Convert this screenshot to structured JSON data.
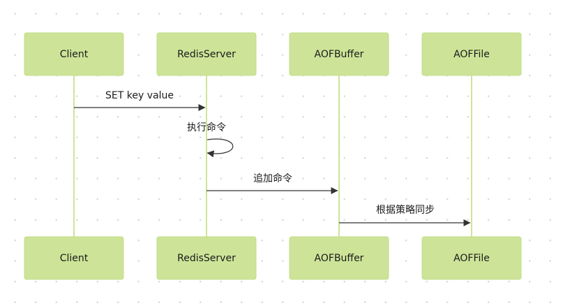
{
  "participants": [
    {
      "id": "client",
      "label": "Client"
    },
    {
      "id": "redis",
      "label": "RedisServer"
    },
    {
      "id": "aofbuffer",
      "label": "AOFBuffer"
    },
    {
      "id": "aoffile",
      "label": "AOFFile"
    }
  ],
  "messages": [
    {
      "from": "client",
      "to": "redis",
      "label": "SET key value"
    },
    {
      "from": "redis",
      "to": "redis",
      "label": "执行命令"
    },
    {
      "from": "redis",
      "to": "aofbuffer",
      "label": "追加命令"
    },
    {
      "from": "aofbuffer",
      "to": "aoffile",
      "label": "根据策略同步"
    }
  ],
  "colors": {
    "actor_fill": "#cde498",
    "actor_border": "#c4dd8a",
    "lifeline": "#cde498",
    "message_line": "#333333"
  }
}
